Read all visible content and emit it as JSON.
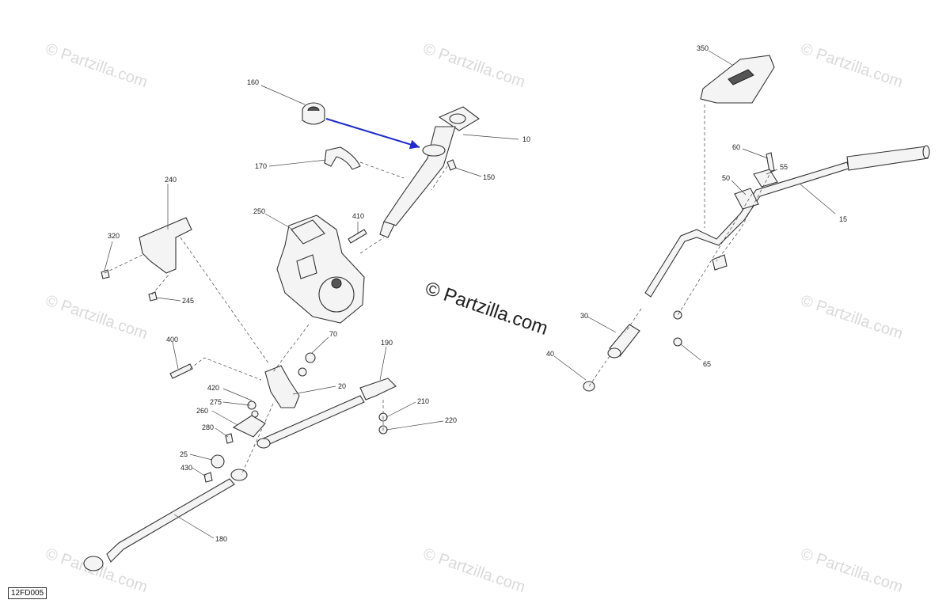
{
  "watermark": "© Partzilla.com",
  "center_watermark": "© Partzilla.com",
  "reference_code": "12FD005",
  "callouts": {
    "c160": "160",
    "c10": "10",
    "c170": "170",
    "c150": "150",
    "c250": "250",
    "c410": "410",
    "c240": "240",
    "c320": "320",
    "c245": "245",
    "c400": "400",
    "c70": "70",
    "c20": "20",
    "c420": "420",
    "c275": "275",
    "c260a": "260",
    "c260b": "280",
    "c25": "25",
    "c430": "430",
    "c180": "180",
    "c190": "190",
    "c210": "210",
    "c220": "220",
    "c350": "350",
    "c60": "60",
    "c55": "55",
    "c50": "50",
    "c15": "15",
    "c30": "30",
    "c40": "40",
    "c65": "65"
  },
  "colors": {
    "arrow": "#1e2bd0",
    "line": "#333333",
    "watermark": "#d9d9d9"
  }
}
